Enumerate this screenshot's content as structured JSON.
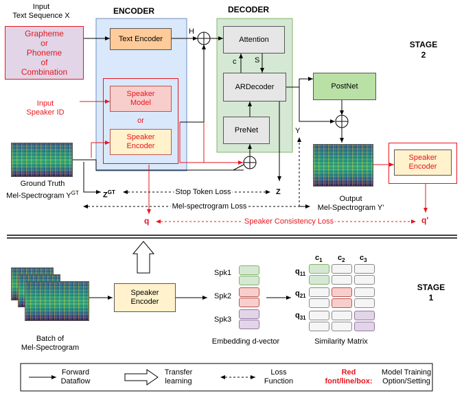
{
  "stage2": {
    "input_text": [
      "Input",
      "Text Sequence X"
    ],
    "grapheme_box": [
      "Grapheme",
      "or",
      "Phoneme",
      "of",
      "Combination"
    ],
    "encoder_title": "ENCODER",
    "decoder_title": "DECODER",
    "text_encoder": "Text Encoder",
    "speaker_model": [
      "Speaker",
      "Model"
    ],
    "or_label": "or",
    "speaker_encoder": [
      "Speaker",
      "Encoder"
    ],
    "input_speaker_id": [
      "Input",
      "Speaker ID"
    ],
    "h_label": "H",
    "attention": "Attention",
    "c_label": "c",
    "s_label": "S",
    "ardecoder": "ARDecoder",
    "prenet": "PreNet",
    "postnet": "PostNet",
    "y_label": "Y",
    "stage_label": [
      "STAGE",
      "2"
    ],
    "ground_truth": [
      "Ground Truth",
      "Mel-Spectrogram Y"
    ],
    "gt_sup": "GT",
    "z_gt": "Z",
    "z_gt_sup": "GT",
    "stop_token_loss": "Stop Token Loss",
    "z_label": "Z",
    "mel_loss": "Mel-spectrogram Loss",
    "output_label": [
      "Output",
      "Mel-Spectrogram Y'"
    ],
    "speaker_encoder_out": [
      "Speaker",
      "Encoder"
    ],
    "q_label": "q",
    "q_prime": "q'",
    "consistency_loss": "Speaker Consistency Loss",
    "plus_symbol": "+"
  },
  "stage1": {
    "batch_label": [
      "Batch of",
      "Mel-Spectrogram"
    ],
    "speaker_encoder": [
      "Speaker",
      "Encoder"
    ],
    "spk_labels": [
      "Spk1",
      "Spk2",
      "Spk3"
    ],
    "embedding_label": "Embedding d-vector",
    "col_labels": [
      "c",
      "c",
      "c"
    ],
    "col_subs": [
      "1",
      "2",
      "3"
    ],
    "row_labels": [
      "q",
      "q",
      "q"
    ],
    "row_subs": [
      "11",
      "21",
      "31"
    ],
    "similarity_label": "Similarity Matrix",
    "stage_label": [
      "STAGE",
      "1"
    ]
  },
  "legend": {
    "forward": [
      "Forward",
      "Dataflow"
    ],
    "transfer": [
      "Transfer",
      "learning"
    ],
    "loss": [
      "Loss",
      "Function"
    ],
    "red": [
      "Red",
      "font/line/box:"
    ],
    "model": [
      "Model Training",
      "Option/Setting"
    ]
  },
  "colors": {
    "encoder_bg": "#dae8fc",
    "decoder_bg": "#d5e8d4",
    "text_encoder_bg": "#ffcc99",
    "speaker_model_bg": "#f8cecc",
    "speaker_encoder_bg": "#fff2cc",
    "grapheme_bg": "#e1d5e7",
    "postnet_bg": "#b9e0a5",
    "gray_box_bg": "#e6e6e6",
    "red": "#e8141d"
  }
}
